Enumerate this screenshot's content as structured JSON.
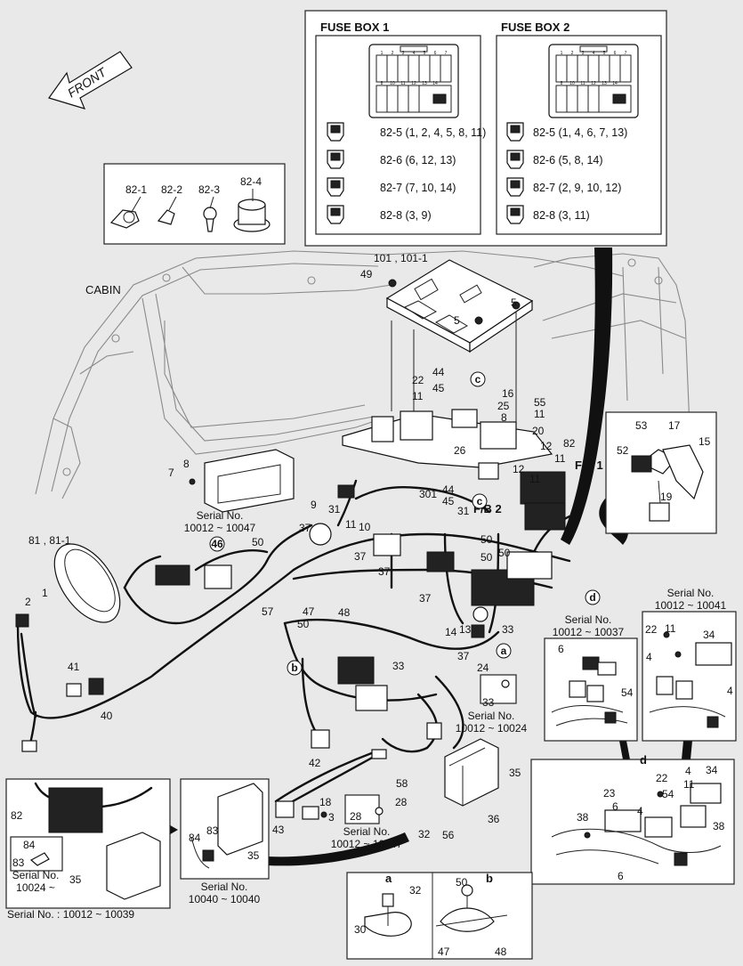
{
  "front_label": "FRONT",
  "cabin_label": "CABIN",
  "fuse_box_1": {
    "title": "FUSE BOX 1",
    "items": [
      "82-5 (1, 2, 4, 5, 8, 11)",
      "82-6 (6, 12, 13)",
      "82-7 (7, 10, 14)",
      "82-8 (3, 9)"
    ]
  },
  "fuse_box_2": {
    "title": "FUSE BOX 2",
    "items": [
      "82-5 (1, 4, 6, 7, 13)",
      "82-6 (5, 8, 14)",
      "82-7 (2, 9, 10, 12)",
      "82-8 (3, 11)"
    ]
  },
  "fuse_number_rows": {
    "top": [
      "1",
      "2",
      "3",
      "4",
      "5",
      "6",
      "7"
    ],
    "bottom": [
      "8",
      "10",
      "11",
      "12",
      "13",
      "14"
    ]
  },
  "clip_parts": [
    "82-1",
    "82-2",
    "82-3",
    "82-4"
  ],
  "fb_labels": [
    "F/B 1",
    "F/B 2"
  ],
  "serial_labels": {
    "main_top_left": "Serial No.\n10012 ~ 10047",
    "d1": "Serial No.\n10012 ~ 10037",
    "d2": "Serial No.\n10012 ~ 10041",
    "mid": "Serial No.\n10012 ~ 10024",
    "bottom_mid": "Serial No.\n10012 ~ 10047",
    "inset_left": "Serial No.\n10024 ~",
    "inset_mid": "Serial No.\n10040 ~ 10040",
    "bottom_left": "Serial No. : 10012 ~ 10039"
  },
  "circled_callouts": [
    "c",
    "c",
    "d",
    "a",
    "b",
    "46"
  ],
  "detail_titles": [
    "a",
    "b",
    "d"
  ],
  "part_numbers": [
    "101 , 101-1",
    "49",
    "5",
    "5",
    "44",
    "45",
    "22",
    "11",
    "16",
    "25",
    "8",
    "55",
    "11",
    "20",
    "26",
    "12",
    "11",
    "12",
    "11",
    "82",
    "301",
    "44",
    "45",
    "31",
    "50",
    "50",
    "50",
    "9",
    "31",
    "11",
    "10",
    "37",
    "37",
    "37",
    "37",
    "37",
    "50",
    "7",
    "8",
    "81 , 81-1",
    "1",
    "2",
    "41",
    "40",
    "57",
    "47",
    "48",
    "50",
    "14",
    "13",
    "33",
    "24",
    "33",
    "33",
    "42",
    "18",
    "3",
    "43",
    "58",
    "28",
    "28",
    "56",
    "32",
    "36",
    "35",
    "82",
    "84",
    "83",
    "35",
    "84",
    "83",
    "35",
    "53",
    "17",
    "52",
    "15",
    "19",
    "6",
    "54",
    "22",
    "11",
    "4",
    "34",
    "4",
    "23",
    "6",
    "38",
    "22",
    "54",
    "11",
    "4",
    "34",
    "4",
    "6",
    "38",
    "32",
    "30",
    "50",
    "47",
    "48"
  ]
}
